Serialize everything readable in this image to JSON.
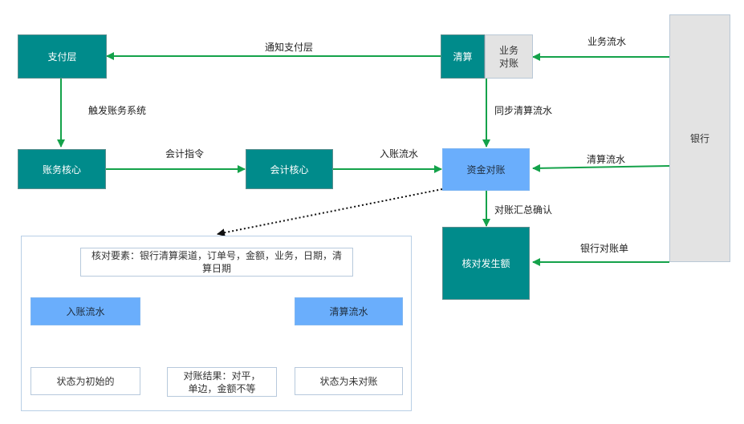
{
  "nodes": {
    "payment_layer": "支付层",
    "clearing": "清算",
    "business_recon": "业务\n对账",
    "bank": "银行",
    "ledger_core": "账务核心",
    "accounting_core": "会计核心",
    "fund_recon": "资金对账",
    "verify_amount": "核对发生额"
  },
  "edges": {
    "notify_payment": "通知支付层",
    "business_flow": "业务流水",
    "trigger_ledger": "触发账务系统",
    "sync_clearing_flow": "同步清算流水",
    "accounting_instruction": "会计指令",
    "posting_flow": "入账流水",
    "clearing_flow": "清算流水",
    "recon_summary_confirm": "对账汇总确认",
    "bank_statement": "银行对账单"
  },
  "detail": {
    "check_elements": "核对要素：银行清算渠道，订单号，金额，业务，日期，清算日期",
    "posting_flow": "入账流水",
    "clearing_flow": "清算流水",
    "status_initial": "状态为初始的",
    "recon_result": "对账结果：对平，单边，金额不等",
    "status_unreconciled": "状态为未对账"
  },
  "colors": {
    "teal": "#008b8b",
    "blue": "#6aaefc",
    "arrow": "#14a24a",
    "grey": "#e3e3e3"
  }
}
